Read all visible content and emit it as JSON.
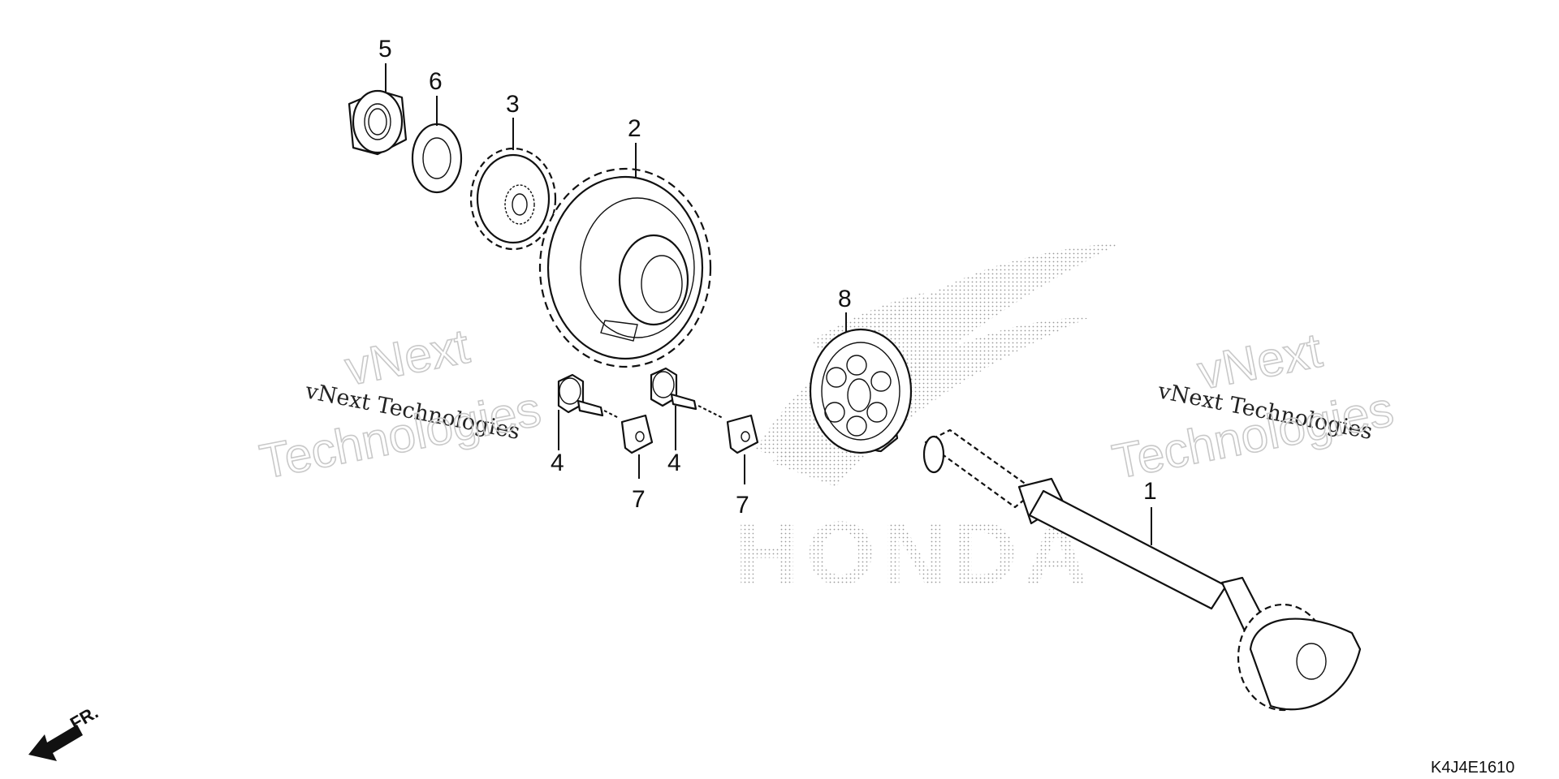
{
  "diagram": {
    "callouts": [
      {
        "id": "c1",
        "label": "1"
      },
      {
        "id": "c2",
        "label": "2"
      },
      {
        "id": "c3",
        "label": "3"
      },
      {
        "id": "c4a",
        "label": "4"
      },
      {
        "id": "c4b",
        "label": "4"
      },
      {
        "id": "c5",
        "label": "5"
      },
      {
        "id": "c6",
        "label": "6"
      },
      {
        "id": "c7a",
        "label": "7"
      },
      {
        "id": "c7b",
        "label": "7"
      },
      {
        "id": "c8",
        "label": "8"
      }
    ],
    "diagram_code": "K4J4E1610",
    "direction_label": "FR."
  },
  "watermark": {
    "small_text": "vNext Technologies",
    "large_line_1": "vNext",
    "large_line_2": "Technologies",
    "brand": "HONDA"
  },
  "colors": {
    "line": "#111111",
    "watermark_outline": "#c9c9c9",
    "watermark_dots": "#9a9a9a",
    "background": "#ffffff"
  }
}
